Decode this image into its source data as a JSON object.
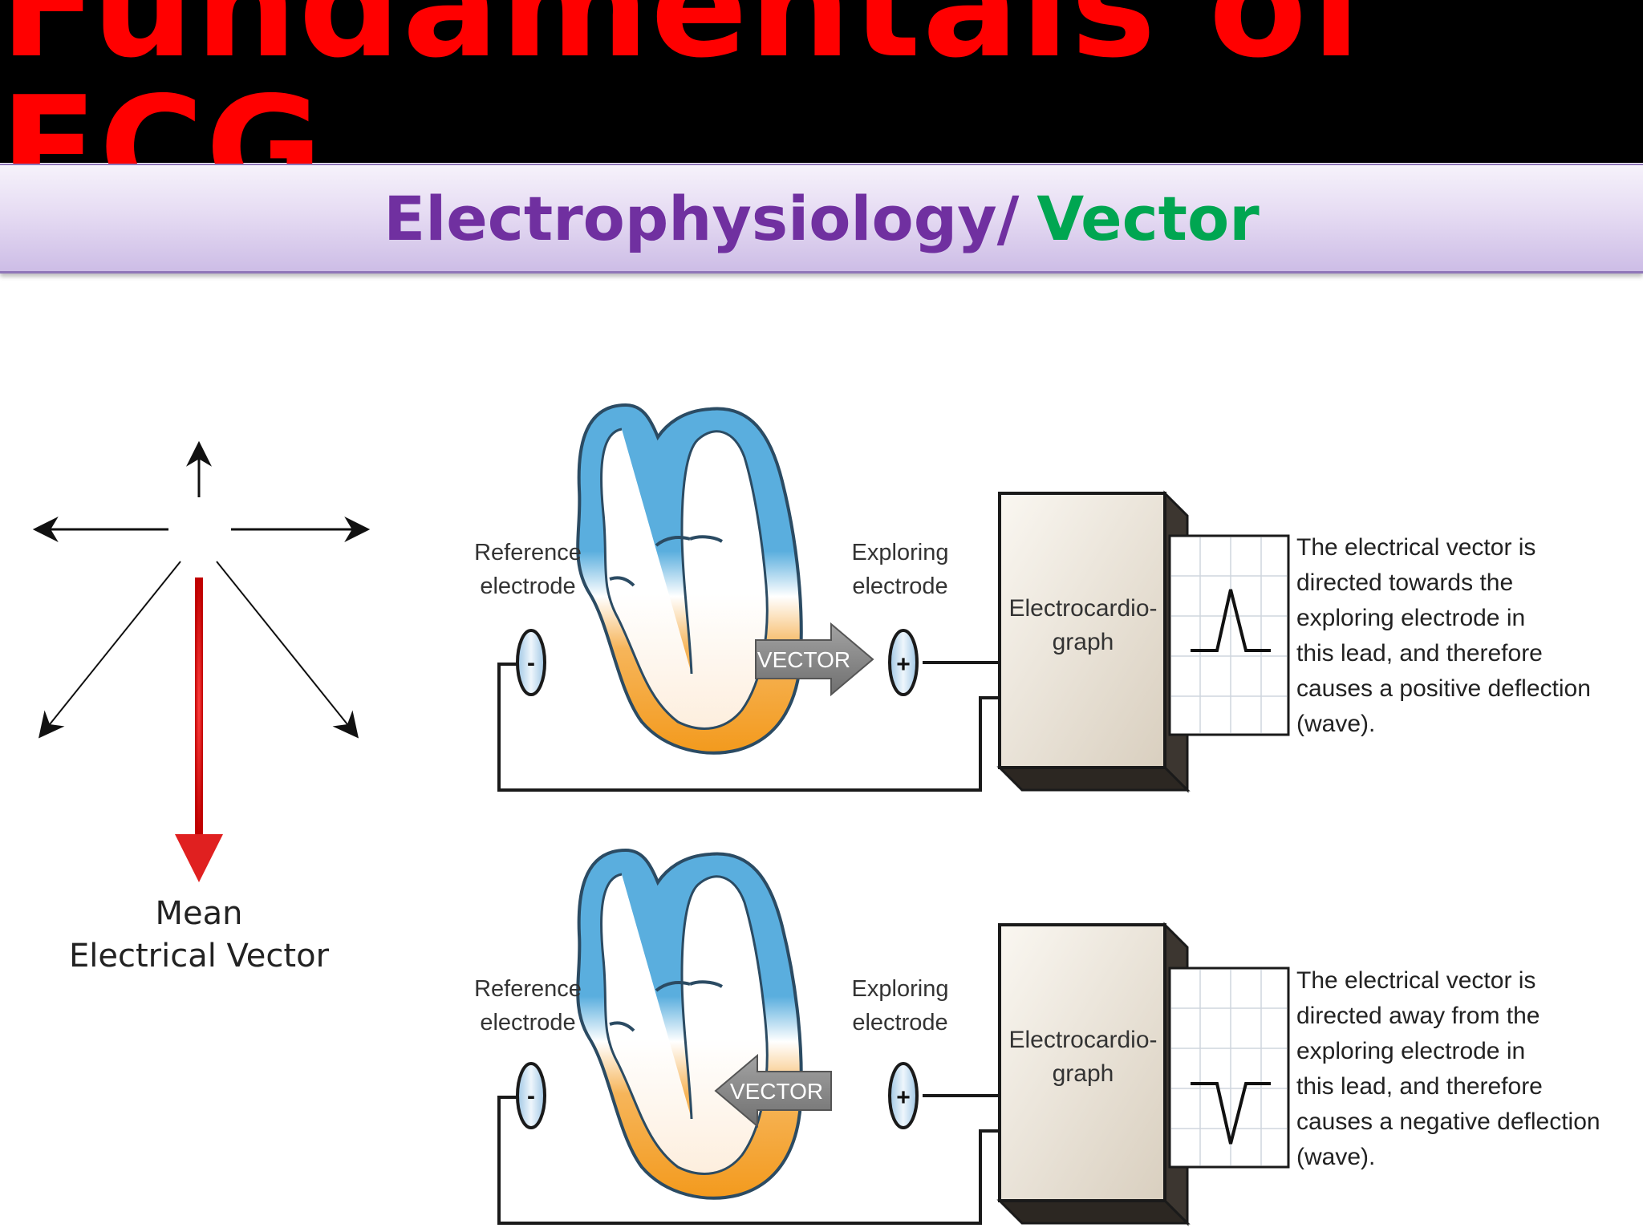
{
  "title": "Fundamentals of ECG",
  "subtitle": {
    "part1": "Electrophysiology/",
    "part2": "Vector"
  },
  "left_figure": {
    "label_line1": "Mean",
    "label_line2": "Electrical Vector"
  },
  "panels": [
    {
      "reference_label_1": "Reference",
      "reference_label_2": "electrode",
      "exploring_label_1": "Exploring",
      "exploring_label_2": "electrode",
      "reference_sign": "-",
      "exploring_sign": "+",
      "vector_label": "VECTOR",
      "machine_label_1": "Electrocardio-",
      "machine_label_2": "graph",
      "caption": [
        "The electrical vector is",
        "directed towards the",
        "exploring electrode in",
        "this lead, and therefore",
        "causes a positive deflection",
        "(wave)."
      ]
    },
    {
      "reference_label_1": "Reference",
      "reference_label_2": "electrode",
      "exploring_label_1": "Exploring",
      "exploring_label_2": "electrode",
      "reference_sign": "-",
      "exploring_sign": "+",
      "vector_label": "VECTOR",
      "machine_label_1": "Electrocardio-",
      "machine_label_2": "graph",
      "caption": [
        "The electrical vector is",
        "directed away from the",
        "exploring electrode in",
        "this lead, and therefore",
        "causes a negative deflection",
        "(wave)."
      ]
    }
  ],
  "colors": {
    "title_text": "#ff0000",
    "subtitle_part1": "#7030a0",
    "subtitle_part2": "#00a651",
    "mean_vector": "#e02020",
    "heart_blue": "#5aaede",
    "heart_orange": "#f39a1d",
    "vector_arrow": "#8a8a8a"
  }
}
